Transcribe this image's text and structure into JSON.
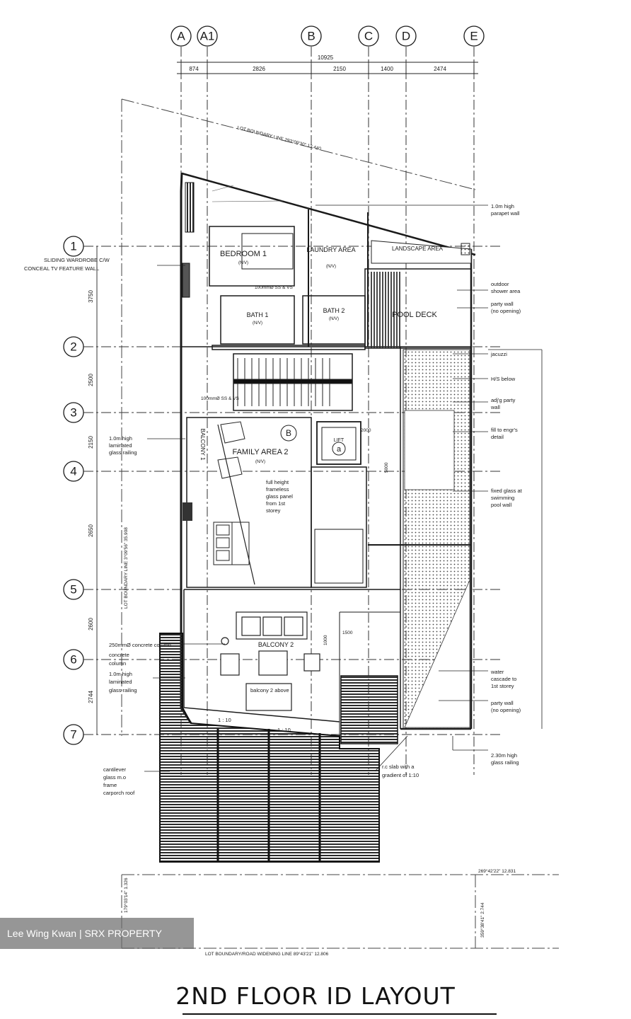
{
  "title": "2ND FLOOR ID LAYOUT",
  "watermark": "Lee Wing Kwan | SRX PROPERTY",
  "grid": {
    "columns": [
      "A",
      "A1",
      "B",
      "C",
      "D",
      "E"
    ],
    "rows": [
      "1",
      "2",
      "3",
      "4",
      "5",
      "6",
      "7"
    ],
    "total_width": "10925",
    "column_spans": [
      "874",
      "2826",
      "2150",
      "1400",
      "2474"
    ],
    "row_spans": [
      "3750",
      "2500",
      "2150",
      "2650",
      "2600",
      "2744"
    ]
  },
  "boundaries": {
    "top": "LOT BOUNDARY LINE 293°09'30\" 13.440",
    "left": "LOT BOUNDARY LINE 3°09'56\" 35.908",
    "bottom": "LOT BOUNDARY/ROAD WIDENING LINE 89°43'21\" 12.806",
    "bottom_upper": "269°42'22\" 12.831",
    "right_lower": "359°38'41\" 2.744",
    "left_lower": "179°03'14\" 1.326"
  },
  "rooms": {
    "bedroom": {
      "name": "BEDROOM 1",
      "sub": "(N/V)"
    },
    "laundry": {
      "name": "LAUNDRY AREA",
      "sub": "(N/V)"
    },
    "landscape": {
      "name": "LANDSCAPE AREA"
    },
    "bath1": {
      "name": "BATH 1",
      "sub": "(N/V)"
    },
    "bath2": {
      "name": "BATH 2",
      "sub": "(N/V)"
    },
    "pool": {
      "name": "POOL DECK"
    },
    "family": {
      "name": "FAMILY AREA 2",
      "sub": "(N/V)"
    },
    "balcony1": {
      "name": "BALCONY 1"
    },
    "balcony2": {
      "name": "BALCONY 2"
    },
    "lift": {
      "name": "LIFT"
    },
    "lift_marker": "a",
    "section_marker": "B"
  },
  "notes": {
    "wardrobe": "SLIDING WARDROBE C/W CONCEAL TV FEATURE WALL",
    "parapet": "1.0m high parapet wall",
    "outdoor_shower": "outdoor shower area",
    "party_wall_1": "party wall (no opening)",
    "jacuzzi": "jacuzzi",
    "hs_below": "H/S below",
    "adj_party": "adj'g party wall",
    "fill_engr": "fill to engr's detail",
    "glass_rail_1": "1.0m high laminated glass railing",
    "frameless": "full height frameless glass panel from 1st storey",
    "fixed_glass": "fixed glass at swimming pool wall",
    "column": "250mmØ concrete column",
    "glass_rail_2": "1.0m high laminated glass railing",
    "water_cascade": "water cascade to 1st storey",
    "party_wall_2": "party wall (no opening)",
    "glass_rail_3": "2.30m high glass railing",
    "rc_slab": "r.c slab with a gradient of 1:10",
    "carporch": "cantilever glass m.o frame carporch roof",
    "balcony_above": "balcony 2 above",
    "slope_1": "1 : 10",
    "slope_2": "1 : 10",
    "sill_1": "100mmØ SS & VS",
    "sill_2": "100mmØ SS & VS",
    "dim_2000": "2000",
    "dim_1000": "1000",
    "dim_5000": "5000",
    "dim_1500": "1500"
  }
}
